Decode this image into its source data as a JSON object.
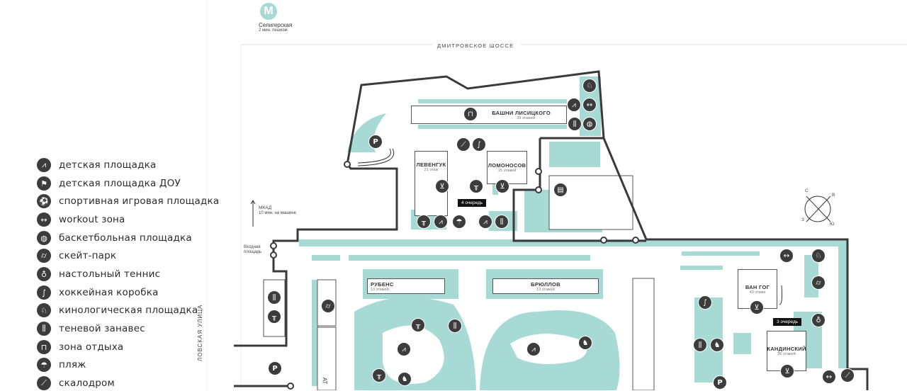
{
  "legend": [
    {
      "icon": "kids-playground-icon",
      "label": "детская площадка"
    },
    {
      "icon": "kindergarten-playground-icon",
      "label": "детская площадка ДОУ"
    },
    {
      "icon": "sports-playground-icon",
      "label": "спортивная игровая площадка"
    },
    {
      "icon": "workout-icon",
      "label": "workout зона"
    },
    {
      "icon": "basketball-icon",
      "label": "баскетбольная площадка"
    },
    {
      "icon": "skateboard-icon",
      "label": "скейт-парк"
    },
    {
      "icon": "table-tennis-icon",
      "label": "настольный теннис"
    },
    {
      "icon": "hockey-icon",
      "label": "хоккейная коробка"
    },
    {
      "icon": "dog-icon",
      "label": "кинологическая площадка"
    },
    {
      "icon": "shade-canopy-icon",
      "label": "теневой занавес"
    },
    {
      "icon": "rest-zone-icon",
      "label": "зона отдыха"
    },
    {
      "icon": "beach-icon",
      "label": "пляж"
    },
    {
      "icon": "climbing-wall-icon",
      "label": "скалодром"
    }
  ],
  "metro": {
    "letter": "М",
    "station": "Селигерская",
    "walk": "2 мин. пешком"
  },
  "roads": {
    "top": "ДМИТРОВСКОЕ ШОССЕ",
    "left": "ЛОВСКАЯ УЛИЦА"
  },
  "mkad": {
    "title": "МКАД",
    "time": "10 мин. на машине"
  },
  "entrance": "Входная площадь",
  "queues": {
    "q4": "4 очередь",
    "q3": "3 очередь"
  },
  "compass": {
    "n": "С",
    "e": "В",
    "s": "Ю",
    "w": "З"
  },
  "buildings": {
    "lisitsky": {
      "name": "БАШНИ ЛИСИЦКОГО",
      "floors": "39 этажей"
    },
    "levenguk": {
      "name": "ЛЕВЕНГУК",
      "floors": "21 этаж"
    },
    "lomonosov": {
      "name": "ЛОМОНОСОВ",
      "floors": "15 этажей"
    },
    "rubens": {
      "name": "РУБЕНС",
      "floors": "13 этажей"
    },
    "bryullov": {
      "name": "БРЮЛЛОВ",
      "floors": "13 этажей"
    },
    "vangog": {
      "name": "ВАН ГОГ",
      "floors": "43 этажа"
    },
    "kandinsky": {
      "name": "КАНДИНСКИЙ",
      "floors": "36 этажей"
    },
    "partial": {
      "name": "АТ"
    }
  },
  "colors": {
    "green": "#a8dad5",
    "outline": "#3a3a3a",
    "icon": "#3c3c3c"
  }
}
